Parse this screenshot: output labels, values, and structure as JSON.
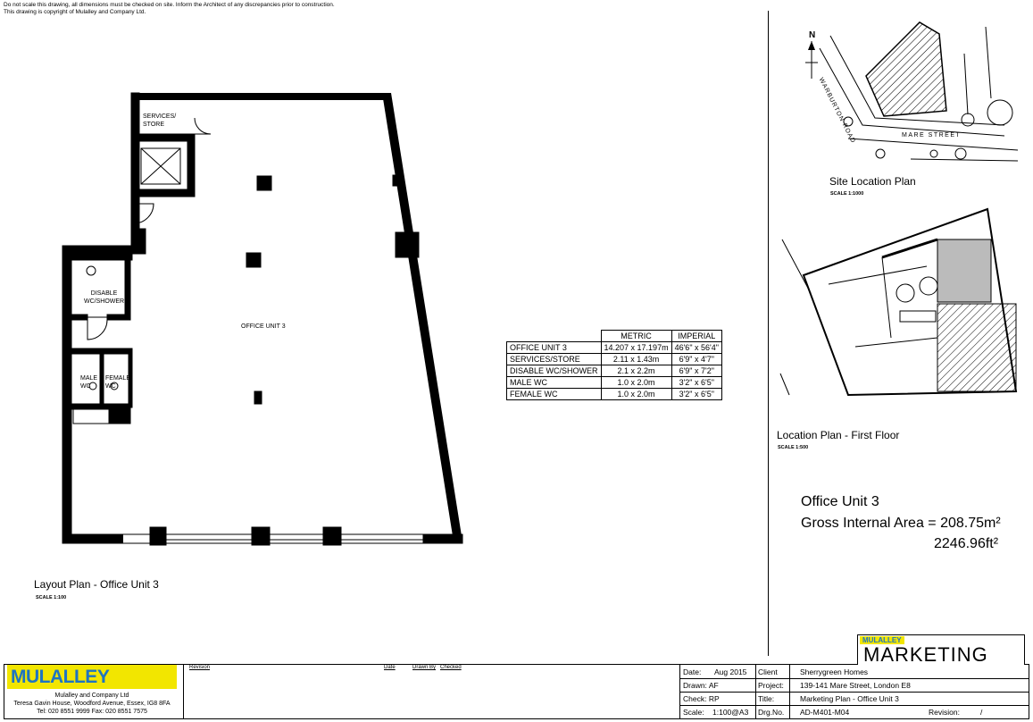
{
  "notes": {
    "line1": "Do not scale this drawing, all dimensions must be checked on site. Inform the Architect of any discrepancies prior to construction.",
    "line2": "This drawing is copyright of Mulalley and Company Ltd."
  },
  "layout_plan": {
    "title": "Layout Plan -  Office Unit 3",
    "scale": "SCALE 1:100",
    "rooms": {
      "services": "SERVICES/",
      "store": "STORE",
      "disable": "DISABLE",
      "wc_shower": "WC/SHOWER",
      "office": "OFFICE UNIT 3",
      "male": "MALE",
      "wc_m": "WC",
      "female": "FEMALE",
      "wc_f": "WC"
    }
  },
  "dimensions_table": {
    "headers": [
      "",
      "METRIC",
      "IMPERIAL"
    ],
    "rows": [
      [
        "OFFICE UNIT 3",
        "14.207 x 17.197m",
        "46'6\" x 56'4\""
      ],
      [
        "SERVICES/STORE",
        "2.11 x 1.43m",
        "6'9\" x 4'7\""
      ],
      [
        "DISABLE WC/SHOWER",
        "2.1 x 2.2m",
        "6'9\" x 7'2\""
      ],
      [
        "MALE WC",
        "1.0 x 2.0m",
        "3'2\" x 6'5\""
      ],
      [
        "FEMALE WC",
        "1.0 x 2.0m",
        "3'2\" x 6'5\""
      ]
    ]
  },
  "site_plan": {
    "title": "Site Location Plan",
    "scale": "SCALE 1:1000",
    "north": "N",
    "road1": "WARBURTON ROAD",
    "road2": "MARE STREET"
  },
  "location_plan": {
    "title": "Location Plan - First Floor",
    "scale": "SCALE 1:500"
  },
  "area": {
    "unit": "Office Unit 3",
    "gross_label": "Gross Internal Area = 208.75m²",
    "imperial": "2246.96ft²"
  },
  "title_block": {
    "logo": "MULALLEY",
    "company": "Mulalley and Company Ltd",
    "address": "Teresa Gavin House, Woodford Avenue, Essex, IG8 8FA",
    "phone": "Tel: 020 8551 9999     Fax: 020 8551 7575",
    "revision_hdr": "Revision",
    "date_hdr": "Date",
    "drawn_by_hdr": "Drawn By",
    "checked_hdr": "Checked",
    "date_label": "Date:",
    "date_value": "Aug 2015",
    "drawn_label": "Drawn: AF",
    "check_label": "Check: RP",
    "scale_label": "Scale:",
    "scale_value": "1:100@A3",
    "client_label": "Client",
    "client_value": "Sherrygreen Homes",
    "project_label": "Project:",
    "project_value": "139-141 Mare Street, London E8",
    "title_label": "Title:",
    "title_value": "Marketing Plan - Office Unit 3",
    "drg_label": "Drg.No.",
    "drg_value": "AD-M401-M04",
    "rev_label": "Revision:",
    "rev_value": "/",
    "marketing_logo": "MULALLEY",
    "marketing": "MARKETING"
  },
  "colors": {
    "logo_yellow": "#f2e600",
    "logo_blue": "#1e74c2"
  }
}
